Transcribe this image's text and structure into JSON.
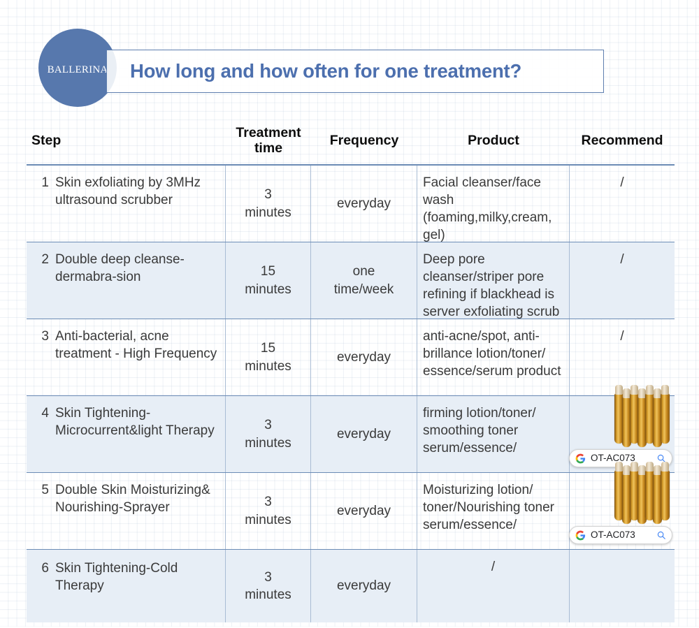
{
  "brand": {
    "logo_text": "BALLERINA",
    "logo_color": "#5778ad"
  },
  "header": {
    "title": "How long and how often for one treatment?",
    "title_color": "#4c6fae"
  },
  "table": {
    "columns": [
      "Step",
      "Treatment\ntime",
      "Frequency",
      "Product",
      "Recommend"
    ],
    "header_step": "Step",
    "header_time": "Treatment\ntime",
    "header_frequency": "Frequency",
    "header_product": "Product",
    "header_recommend": "Recommend",
    "rows": [
      {
        "num": "1",
        "step": "Skin exfoliating by 3MHz ultrasound scrubber",
        "time": "3\nminutes",
        "frequency": "everyday",
        "product": "Facial cleanser/face wash (foaming,milky,cream, gel)",
        "recommend": "/",
        "has_image": false
      },
      {
        "num": "2",
        "step": "Double deep cleanse-dermabra-sion",
        "time": "15\nminutes",
        "frequency": "one\ntime/week",
        "product": "Deep pore cleanser/striper pore refining if blackhead is server exfoliating scrub",
        "recommend": "/",
        "has_image": false
      },
      {
        "num": "3",
        "step": "Anti-bacterial, acne treatment - High Frequency",
        "time": "15\nminutes",
        "frequency": "everyday",
        "product": "anti-acne/spot, anti-brillance lotion/toner/ essence/serum product",
        "recommend": "/",
        "has_image": false
      },
      {
        "num": "4",
        "step": "Skin Tightening-Microcurrent&light Therapy",
        "time": "3\nminutes",
        "frequency": "everyday",
        "product": "firming lotion/toner/ smoothing toner serum/essence/",
        "recommend": "",
        "has_image": true,
        "image_alt": "amber-ampoules-photo",
        "search_value": "OT-AC073"
      },
      {
        "num": "5",
        "step": "Double Skin Moisturizing& Nourishing-Sprayer",
        "time": "3\nminutes",
        "frequency": "everyday",
        "product": "Moisturizing lotion/ toner/Nourishing toner serum/essence/",
        "recommend": "",
        "has_image": true,
        "image_alt": "amber-ampoules-photo",
        "search_value": "OT-AC073"
      },
      {
        "num": "6",
        "step": "Skin Tightening-Cold Therapy",
        "time": "3\nminutes",
        "frequency": "everyday",
        "product": "/",
        "recommend": "",
        "has_image": false
      }
    ]
  },
  "search_widget": {
    "icon": "google-g-icon",
    "search_icon": "magnifier-icon",
    "value": "OT-AC073"
  },
  "colors": {
    "row_stripe": "#e7eef6",
    "border": "#6b8bb5",
    "grid": "#dbe4ef"
  }
}
